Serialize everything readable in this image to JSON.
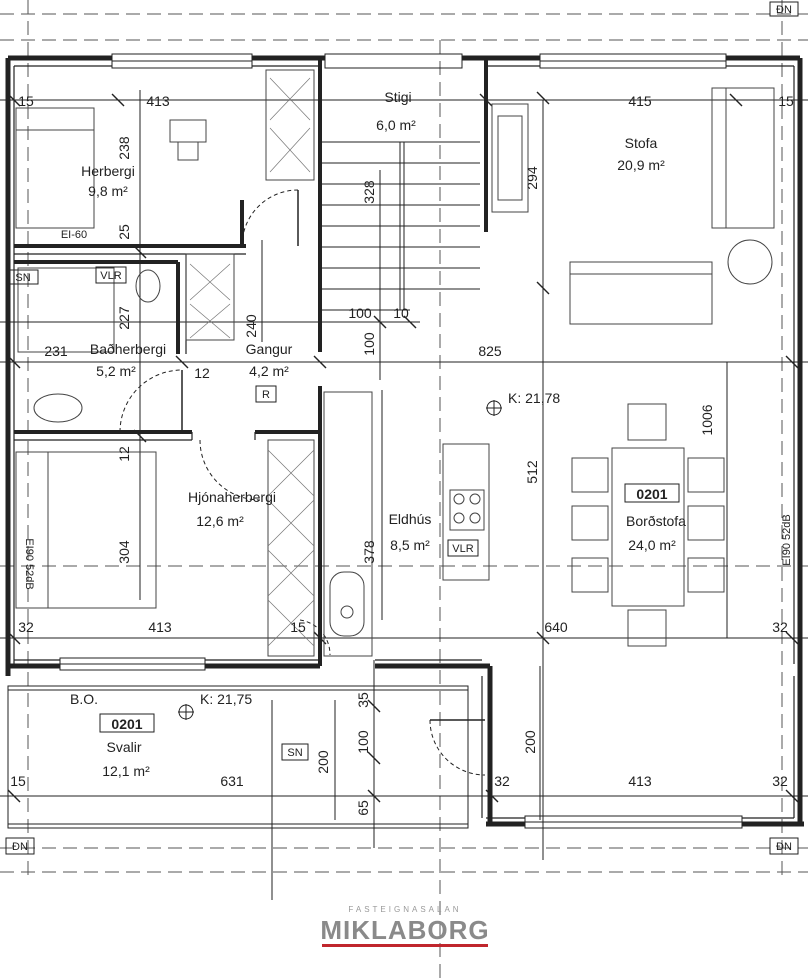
{
  "rooms": {
    "herbergi": {
      "name": "Herbergi",
      "area": "9,8 m²"
    },
    "stigi": {
      "name": "Stigi",
      "area": "6,0 m²"
    },
    "stofa": {
      "name": "Stofa",
      "area": "20,9 m²"
    },
    "badherbergi": {
      "name": "Baðherbergi",
      "area": "5,2 m²"
    },
    "gangur": {
      "name": "Gangur",
      "area": "4,2 m²"
    },
    "hjonaherbergi": {
      "name": "Hjónaherbergi",
      "area": "12,6 m²"
    },
    "eldhus": {
      "name": "Eldhús",
      "area": "8,5 m²"
    },
    "bordstofa": {
      "name": "Borðstofa",
      "area": "24,0 m²",
      "unit_code": "0201"
    },
    "svalir": {
      "name": "Svalir",
      "area": "12,1 m²",
      "unit_code": "0201",
      "bo": "B.O."
    }
  },
  "levels": {
    "main": "K: 21,78",
    "balcony": "K: 21,75"
  },
  "tags": {
    "vlr": "VLR",
    "r": "R",
    "sn": "SN",
    "nd": "ÐN",
    "ei60": "EI-60",
    "ei90": "EI90 52dB"
  },
  "dimensions": {
    "d15a": "15",
    "d413a": "413",
    "d415": "415",
    "d15b": "15",
    "d238": "238",
    "d25": "25",
    "d328": "328",
    "d294": "294",
    "d227": "227",
    "d240": "240",
    "d100a": "100",
    "d10": "10",
    "d100b": "100",
    "d231": "231",
    "d12a": "12",
    "d825": "825",
    "d1006": "1006",
    "d12b": "12",
    "d512": "512",
    "d304": "304",
    "d378": "378",
    "d32a": "32",
    "d413b": "413",
    "d15c": "15",
    "d640": "640",
    "d32b": "32",
    "d35": "35",
    "d200a": "200",
    "d100c": "100",
    "d200b": "200",
    "d15d": "15",
    "d631": "631",
    "d65": "65",
    "d32c": "32",
    "d413c": "413",
    "d32d": "32"
  },
  "brand": {
    "top": "FASTEIGNASALAN",
    "main": "MIKLABORG"
  },
  "colors": {
    "line": "#222222",
    "brand_red": "#c0262d",
    "brand_grey": "#8a8a8a"
  }
}
